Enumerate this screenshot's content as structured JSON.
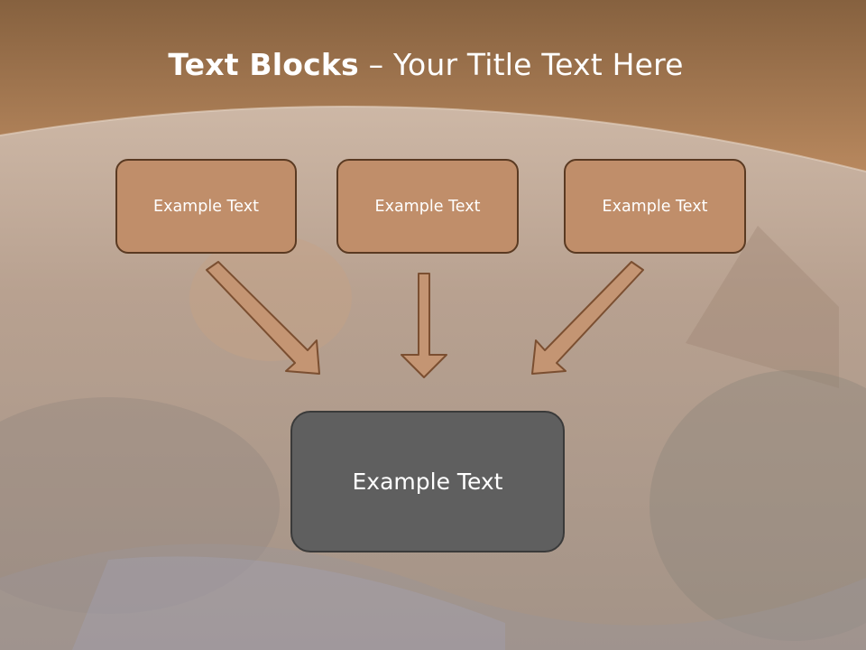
{
  "slide": {
    "title_bold": "Text Blocks",
    "title_sep": " – ",
    "title_rest": "Your Title Text Here"
  },
  "boxes": [
    "Example Text",
    "Example Text",
    "Example Text"
  ],
  "result_box": "Example Text",
  "colors": {
    "header": "#a8774f",
    "box_fill": "#c08e6a",
    "box_border": "#5a3a22",
    "arrow_fill": "#c49573",
    "result_fill": "#5f5f5f"
  }
}
